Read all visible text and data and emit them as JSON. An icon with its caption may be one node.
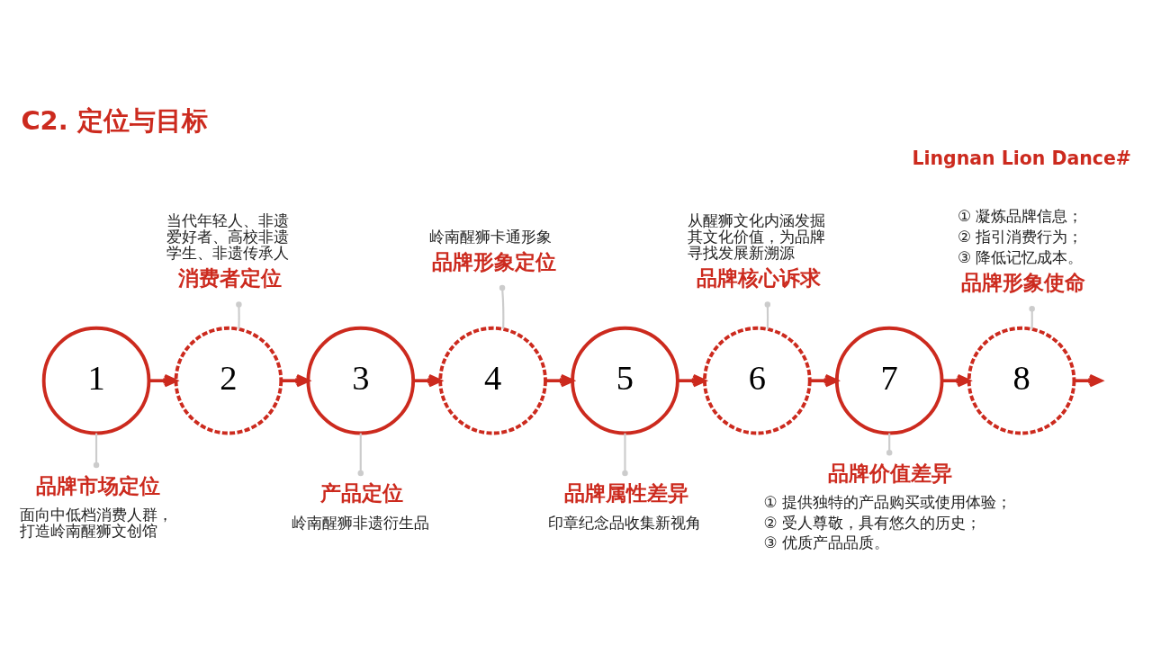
{
  "diagram": {
    "title": "C2. 定位与目标",
    "nodes": [
      {
        "text": [
          "1"
        ]
      },
      {
        "text": [
          "2"
        ]
      },
      {
        "text": [
          "3"
        ]
      },
      {
        "text": [
          "4"
        ]
      },
      {
        "text": [
          "5"
        ]
      },
      {
        "text": [
          "6"
        ]
      },
      {
        "text": [
          "7"
        ]
      },
      {
        "text": [
          "8"
        ]
      },
      {
        "text": [
          "品牌市场定位",
          "面向中低档消费人群，打造岭南醒狮文创馆"
        ]
      },
      {
        "text": [
          "当代年轻人、非遗爱好者、高校非遗学生、非遗传承人",
          "消费者定位"
        ]
      },
      {
        "text": [
          "产品定位",
          "岭南醒狮非遗衍生品"
        ]
      },
      {
        "text": [
          "岭南醒狮卡通形象",
          "品牌形象定位"
        ]
      },
      {
        "text": [
          "品牌属性差异",
          "印章纪念品收集新视角"
        ]
      },
      {
        "text": [
          "从醒狮文化内涵发掘其文化价值，为品牌寻找发展新溯源",
          "品牌核心诉求"
        ]
      },
      {
        "text": [
          "品牌价值差异",
          "① 提供独特的产品购买或使用体验；",
          "② 受人尊敬，具有悠久的历史；",
          "③ 优质产品品质。"
        ]
      },
      {
        "text": [
          "① 凝炼品牌信息；",
          "② 指引消费行为；",
          "③ 降低记忆成本。",
          "品牌形象使命"
        ]
      }
    ],
    "edges": [
      {
        "from": 0,
        "to": 1,
        "arrow": "to"
      },
      {
        "from": 1,
        "to": 2,
        "arrow": "to"
      },
      {
        "from": 2,
        "to": 3,
        "arrow": "to"
      },
      {
        "from": 3,
        "to": 4,
        "arrow": "to"
      },
      {
        "from": 4,
        "to": 5,
        "arrow": "to"
      },
      {
        "from": 5,
        "to": 6,
        "arrow": "to"
      },
      {
        "from": 6,
        "to": 7,
        "arrow": "to"
      },
      {
        "from": 7,
        "to": null,
        "arrow": "to"
      },
      {
        "from": 0,
        "to": 8,
        "arrow": "other",
        "color": "#cccccc"
      },
      {
        "from": 1,
        "to": 9,
        "arrow": "other",
        "color": "#cccccc"
      },
      {
        "from": 2,
        "to": 10,
        "arrow": "other",
        "color": "#cccccc"
      },
      {
        "from": 3,
        "to": 11,
        "arrow": "other",
        "color": "#cccccc"
      },
      {
        "from": 4,
        "to": 12,
        "arrow": "other",
        "color": "#cccccc"
      },
      {
        "from": 5,
        "to": 13,
        "arrow": "other",
        "color": "#cccccc"
      },
      {
        "from": 6,
        "to": 14,
        "arrow": "other",
        "color": "#cccccc"
      },
      {
        "from": 7,
        "to": 15,
        "arrow": "other",
        "color": "#cccccc"
      }
    ],
    "labels": [
      "Lingnan Lion Dance#"
    ]
  }
}
